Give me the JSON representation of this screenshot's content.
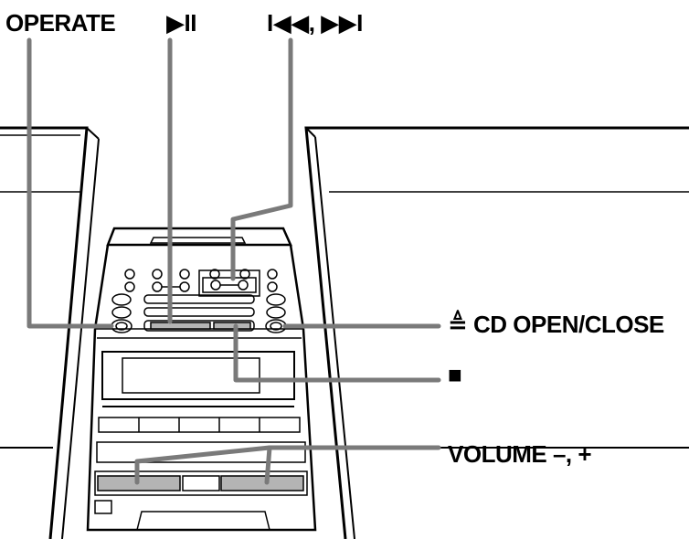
{
  "callouts": {
    "operate": "OPERATE",
    "play_pause": "▶II",
    "skip": "I◀◀, ▶▶I",
    "cd_open_close": "≜ CD OPEN/CLOSE",
    "stop": "■",
    "volume": "VOLUME –, +"
  },
  "colors": {
    "line": "#000000",
    "leader": "#7a7a7a",
    "fill_gray": "#b4b4b4",
    "background": "#ffffff"
  }
}
